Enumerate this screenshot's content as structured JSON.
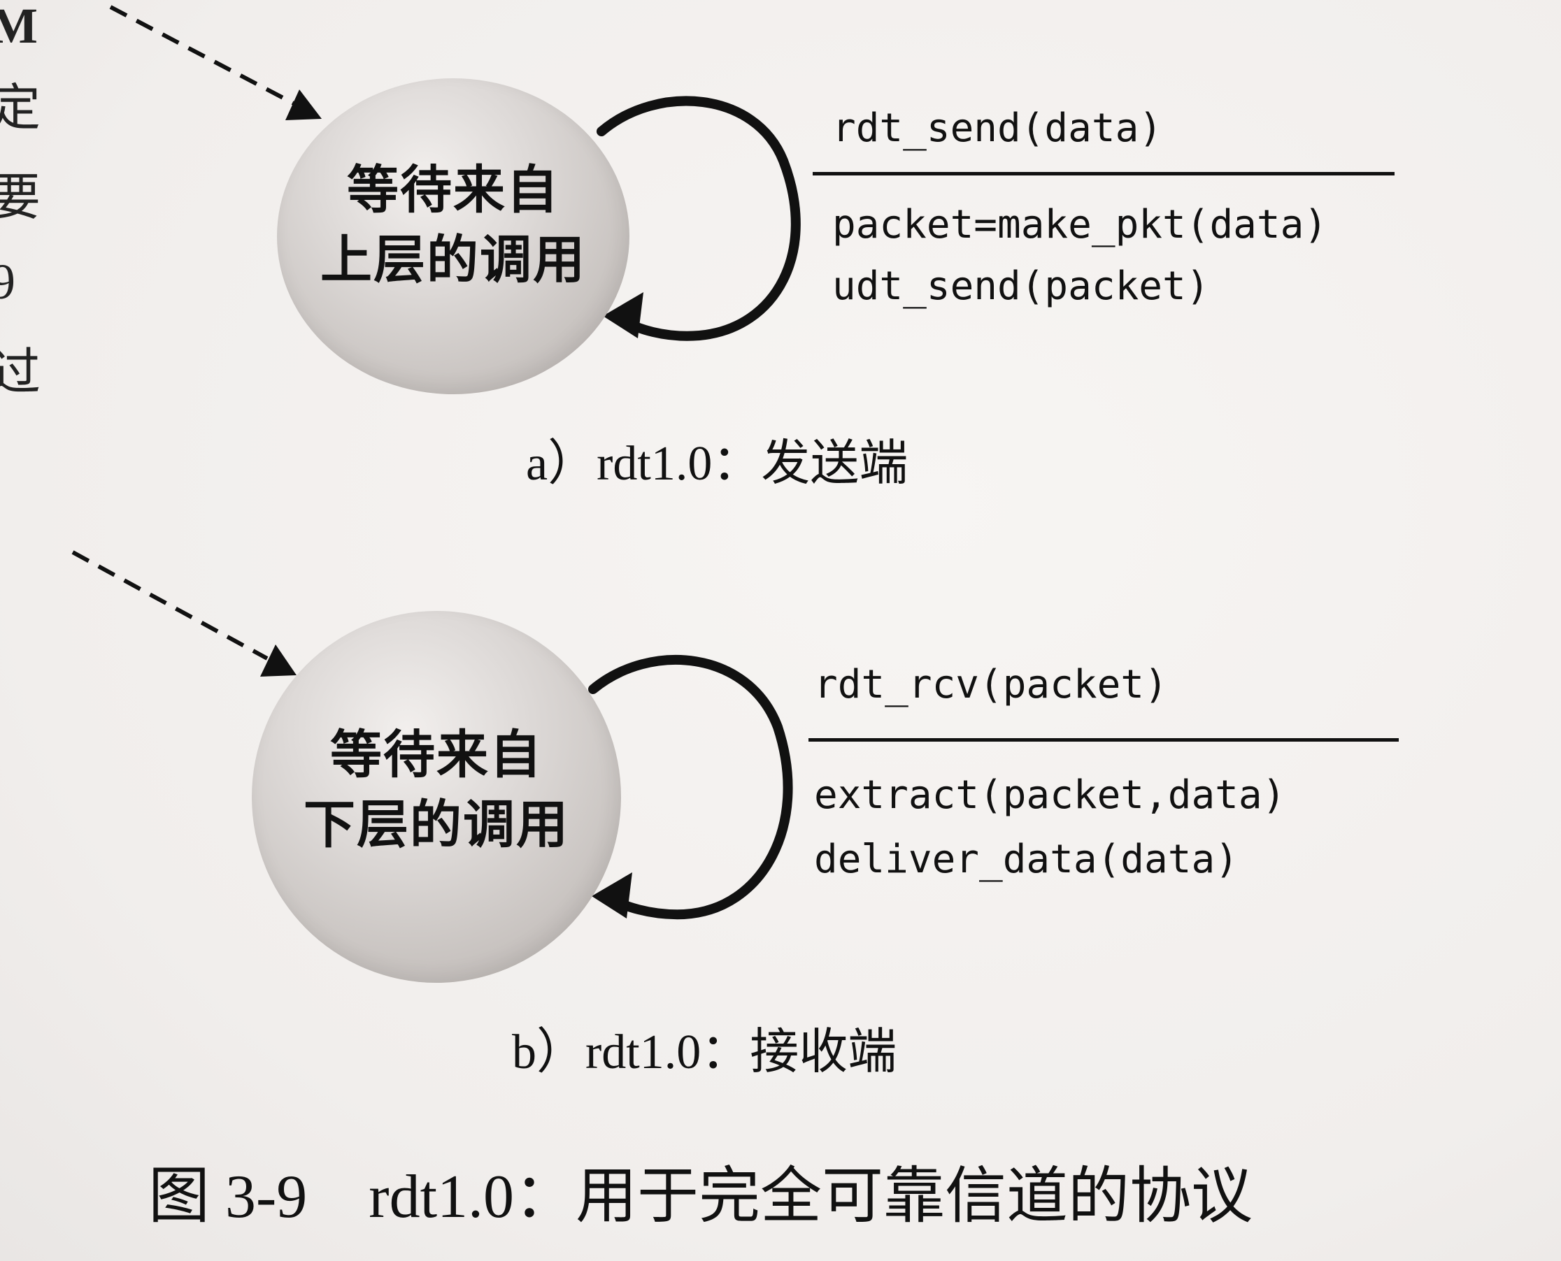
{
  "edge_fragment": [
    "M",
    "定",
    "要",
    "9",
    "过"
  ],
  "sender": {
    "state_label_line1": "等待来自",
    "state_label_line2": "上层的调用",
    "event": "rdt_send(data)",
    "actions": [
      "packet=make_pkt(data)",
      "udt_send(packet)"
    ],
    "caption": "a）rdt1.0：发送端"
  },
  "receiver": {
    "state_label_line1": "等待来自",
    "state_label_line2": "下层的调用",
    "event": "rdt_rcv(packet)",
    "actions": [
      "extract(packet,data)",
      "deliver_data(data)"
    ],
    "caption": "b）rdt1.0：接收端"
  },
  "figure_title": "图 3-9　rdt1.0：用于完全可靠信道的协议"
}
